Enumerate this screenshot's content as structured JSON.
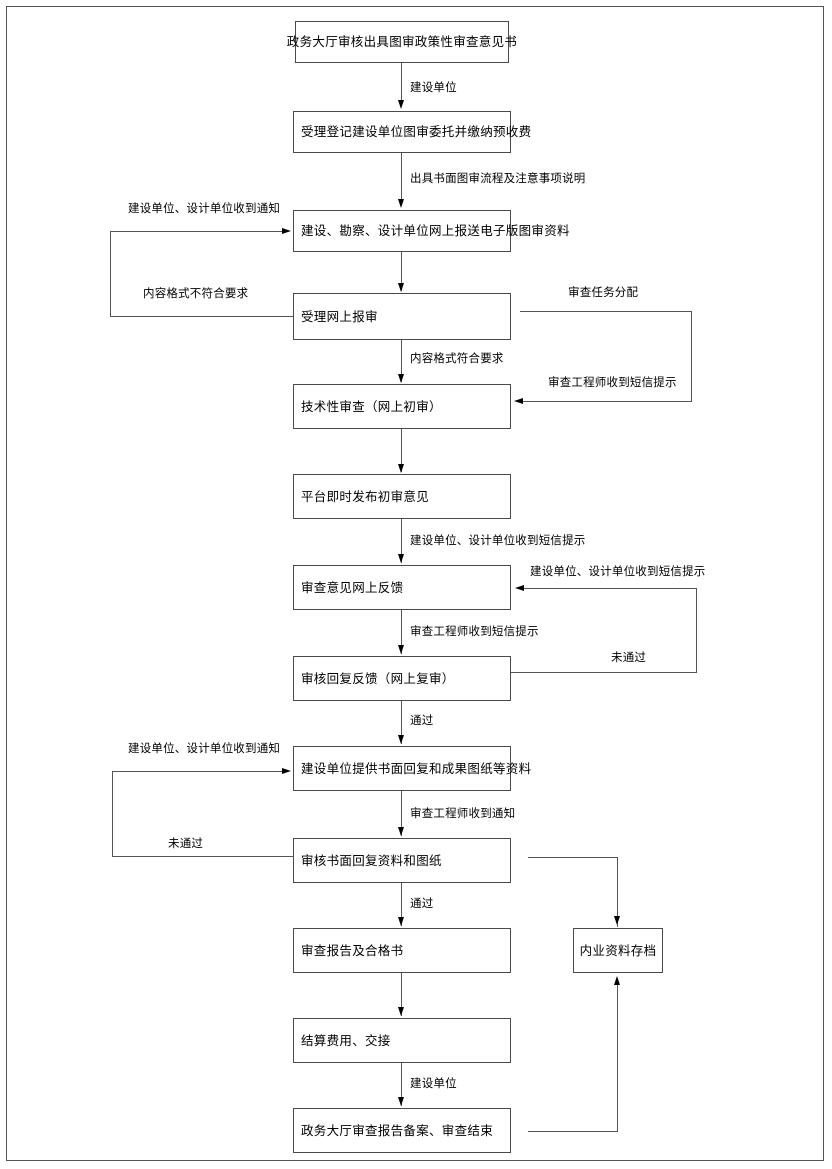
{
  "diagram": {
    "title_text": "",
    "type": "flowchart",
    "orientation": "vertical",
    "line_color": "#555555",
    "box_border_color": "#4a4a4a",
    "text_color": "#000000",
    "background": "#ffffff",
    "nodes": [
      {
        "id": "n1",
        "label": "政务大厅审核出具图审政策性审查意见书"
      },
      {
        "id": "n2",
        "label": "受理登记建设单位图审委托并缴纳预收费"
      },
      {
        "id": "n3",
        "label": "建设、勘察、设计单位网上报送电子版图审资料"
      },
      {
        "id": "n4",
        "label": "受理网上报审"
      },
      {
        "id": "n5",
        "label": "技术性审查（网上初审）"
      },
      {
        "id": "n6",
        "label": "平台即时发布初审意见"
      },
      {
        "id": "n7",
        "label": "审查意见网上反馈"
      },
      {
        "id": "n8",
        "label": "审核回复反馈（网上复审）"
      },
      {
        "id": "n9",
        "label": "建设单位提供书面回复和成果图纸等资料"
      },
      {
        "id": "n10",
        "label": "审核书面回复资料和图纸"
      },
      {
        "id": "n11",
        "label": "审查报告及合格书"
      },
      {
        "id": "n12",
        "label": "结算费用、交接"
      },
      {
        "id": "n13",
        "label": "政务大厅审查报告备案、审查结束"
      },
      {
        "id": "n14",
        "label": "内业资料存档"
      }
    ],
    "edge_labels": [
      {
        "id": "e1",
        "text": "建设单位"
      },
      {
        "id": "e2",
        "text": "出具书面图审流程及注意事项说明"
      },
      {
        "id": "e3",
        "text": "建设单位、设计单位收到通知"
      },
      {
        "id": "e4",
        "text": "内容格式不符合要求"
      },
      {
        "id": "e5",
        "text": "内容格式符合要求"
      },
      {
        "id": "e6",
        "text": "审查任务分配"
      },
      {
        "id": "e7",
        "text": "审查工程师收到短信提示"
      },
      {
        "id": "e8",
        "text": "建设单位、设计单位收到短信提示"
      },
      {
        "id": "e9",
        "text": "建设单位、设计单位收到短信提示"
      },
      {
        "id": "e10",
        "text": "审查工程师收到短信提示"
      },
      {
        "id": "e11",
        "text": "未通过"
      },
      {
        "id": "e12",
        "text": "通过"
      },
      {
        "id": "e13",
        "text": "建设单位、设计单位收到通知"
      },
      {
        "id": "e14",
        "text": "审查工程师收到通知"
      },
      {
        "id": "e15",
        "text": "未通过"
      },
      {
        "id": "e16",
        "text": "通过"
      },
      {
        "id": "e17",
        "text": "建设单位"
      }
    ]
  }
}
